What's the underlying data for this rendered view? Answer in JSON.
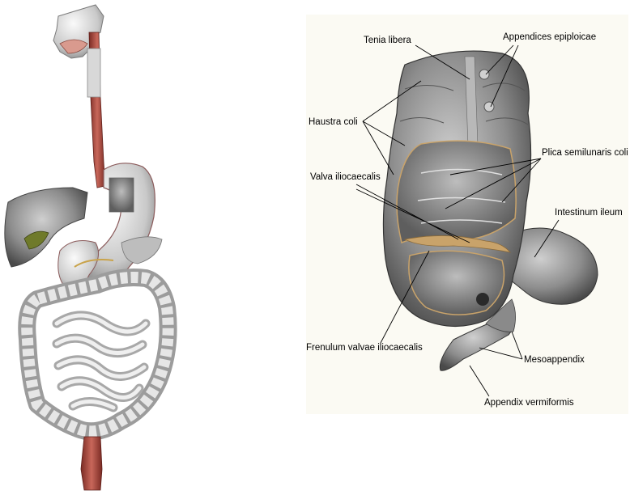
{
  "right_panel": {
    "labels": {
      "tenia_libera": "Tenia libera",
      "appendices_epiploicae": "Appendices epiploicae",
      "haustra_coli": "Haustra coli",
      "plica_semilunaris_coli": "Plica semilunaris coli",
      "valva_iliocaecalis": "Valva iliocaecalis",
      "intestinum_ileum": "Intestinum ileum",
      "frenulum_valvae_iliocaecalis": "Frenulum valvae iliocaecalis",
      "mesoappendix": "Mesoappendix",
      "appendix_vermiformis": "Appendix vermiformis"
    }
  },
  "colors": {
    "tissue_gray": "#9a9a9a",
    "tissue_light": "#d9d9d9",
    "esophagus_red": "#b44a3f",
    "mucosa_outline": "#c9a36a",
    "liver_gray": "#8c8c8c",
    "background": "#ffffff",
    "panel_bg": "#fbfaf3"
  }
}
